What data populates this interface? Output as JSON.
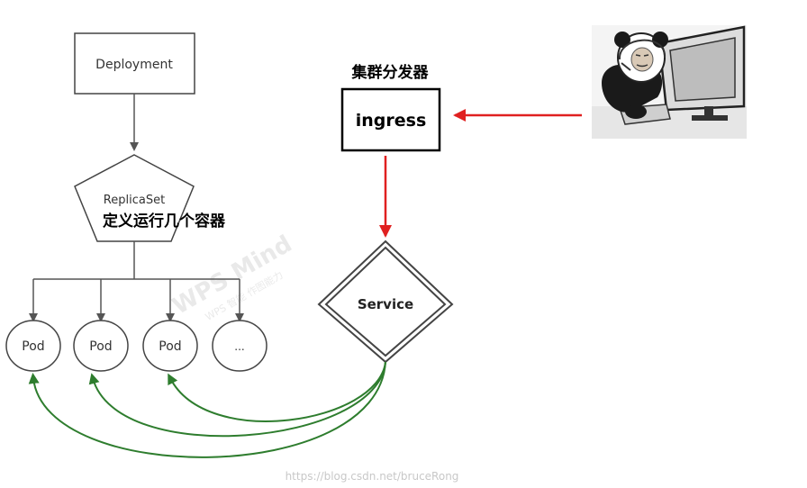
{
  "nodes": {
    "deployment": "Deployment",
    "replicaset": "ReplicaSet",
    "replicaset_note": "定义运行几个容器",
    "pods": [
      "Pod",
      "Pod",
      "Pod",
      "..."
    ],
    "service": "Service",
    "ingress": "ingress",
    "ingress_note": "集群分发器"
  },
  "watermark": {
    "title": "WPS Mind",
    "subtitle": "WPS 智能 作图能力"
  },
  "footer_url": "https://blog.csdn.net/bruceRong",
  "colors": {
    "hierarchy_edge": "#555555",
    "ingress_edge": "#e02020",
    "service_pod_edge": "#2e7d2e",
    "node_stroke": "#444444"
  },
  "user_icon": "person-at-computer-icon"
}
